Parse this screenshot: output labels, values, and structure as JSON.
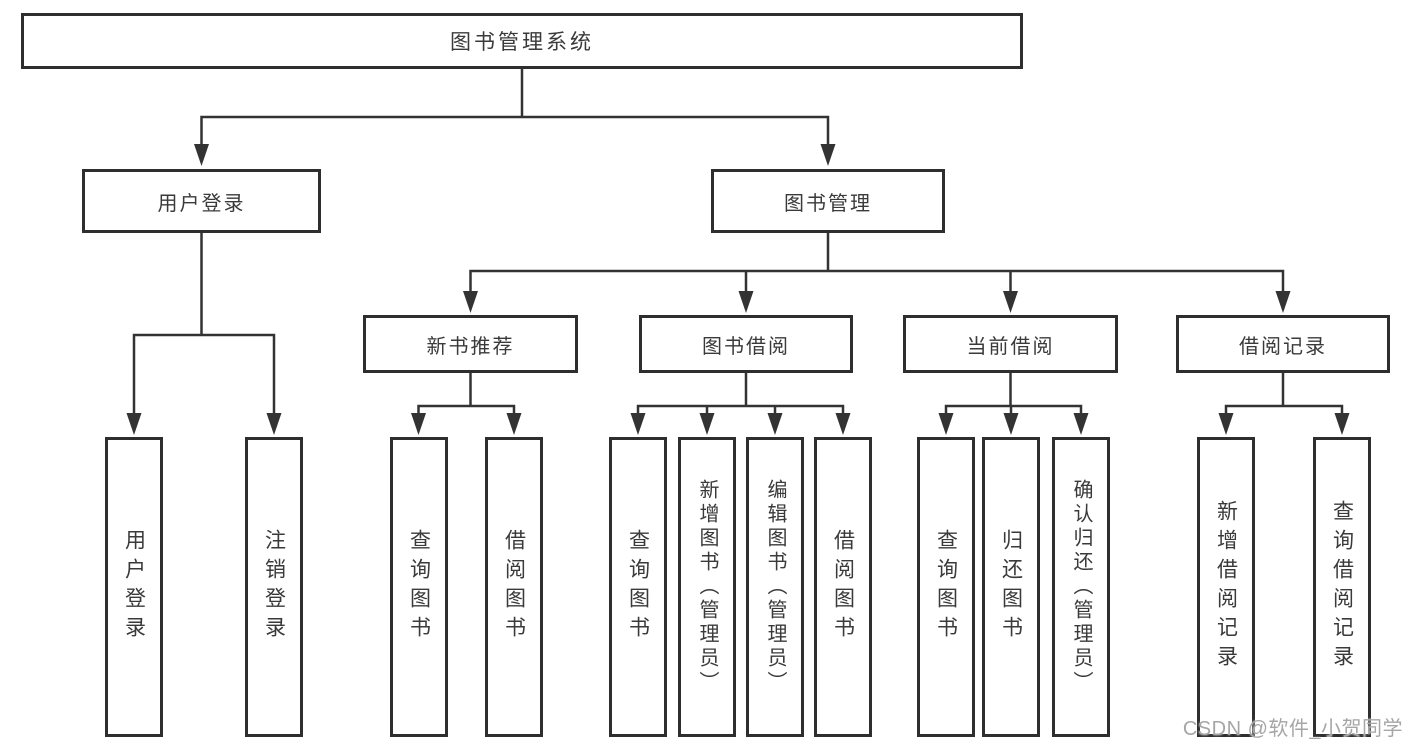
{
  "nodes": {
    "root": "图书管理系统",
    "user_login": "用户登录",
    "book_mgmt": "图书管理",
    "new_book_rec": "新书推荐",
    "book_borrow": "图书借阅",
    "current_borrow": "当前借阅",
    "borrow_records": "借阅记录"
  },
  "leaves": {
    "user_login": [
      "用户登录",
      "注销登录"
    ],
    "new_book_rec": [
      "查询图书",
      "借阅图书"
    ],
    "book_borrow": [
      "查询图书",
      "新增图书（管理员）",
      "编辑图书（管理员）",
      "借阅图书"
    ],
    "current_borrow": [
      "查询图书",
      "归还图书",
      "确认归还（管理员）"
    ],
    "borrow_records": [
      "新增借阅记录",
      "查询借阅记录"
    ]
  },
  "watermark": "CSDN @软件_小贺同学",
  "colors": {
    "line": "#333333",
    "box_border": "#2e2e2e",
    "text": "#3a3a3a",
    "watermark": "#a6a6a6",
    "background": "#ffffff"
  }
}
